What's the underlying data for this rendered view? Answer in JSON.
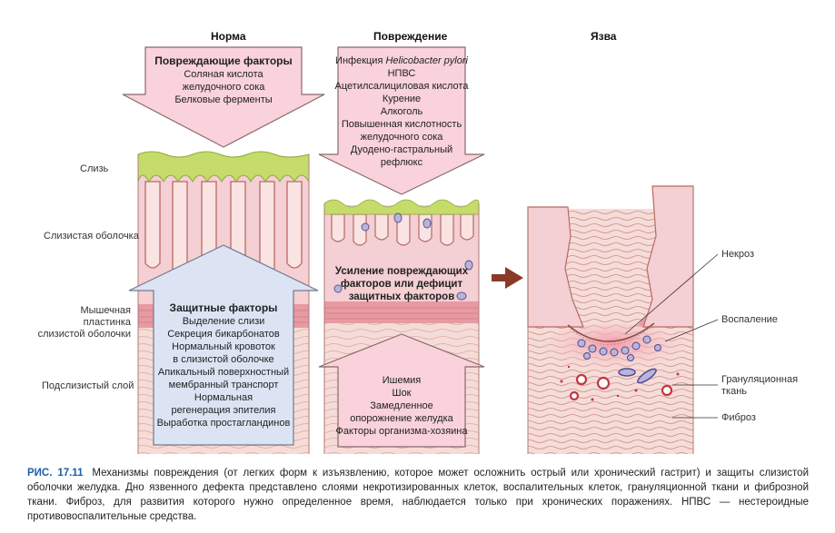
{
  "headings": {
    "norm": "Норма",
    "damage": "Повреждение",
    "ulcer": "Язва"
  },
  "layers": {
    "mucus": "Слизь",
    "mucosa": "Слизистая оболочка",
    "muscularis_line1": "Мышечная пластинка",
    "muscularis_line2": "слизистой оболочки",
    "submucosa": "Подслизистый слой"
  },
  "damaging_factors": {
    "title": "Повреждающие факторы",
    "items": [
      "Соляная кислота",
      "желудочного сока",
      "Белковые ферменты"
    ]
  },
  "protective_factors": {
    "title": "Защитные факторы",
    "items": [
      "Выделение слизи",
      "Секреция бикарбонатов",
      "Нормальный кровоток",
      "в слизистой оболочке",
      "Апикальный поверхностный",
      "мембранный транспорт",
      "Нормальная",
      "регенерация эпителия",
      "Выработка простагландинов"
    ]
  },
  "injury_causes": {
    "h_pylori_prefix": "Инфекция ",
    "h_pylori_name": "Helicobacter pylori",
    "items": [
      "НПВС",
      "Ацетилсалициловая кислота",
      "Курение",
      "Алкоголь",
      "Повышенная кислотность",
      "желудочного сока",
      "Дуодено-гастральный рефлюкс"
    ]
  },
  "imbalance": {
    "lines": [
      "Усиление повреждающих",
      "факторов или дефицит",
      "защитных факторов"
    ]
  },
  "host_factors": {
    "items": [
      "Ишемия",
      "Шок",
      "Замедленное",
      "опорожнение желудка",
      "Факторы организма-хозяина"
    ]
  },
  "ulcer_labels": {
    "necrosis": "Некроз",
    "inflammation": "Воспаление",
    "granulation_line1": "Грануляционная",
    "granulation_line2": "ткань",
    "fibrosis": "Фиброз"
  },
  "caption": {
    "figure_number": "РИС. 17.11",
    "text": "Механизмы повреждения (от легких форм к изъязвлению, которое может осложнить острый или хронический гастрит) и защиты слизистой оболочки желудка. Дно язвенного дефекта представлено слоями некротизированных клеток, воспалительных клеток, грануляционной ткани и фиброзной ткани. Фиброз, для развития которого нужно определенное время, наблюдается только при хронических поражениях. НПВС — нестероидные противовоспалительные средства."
  },
  "colors": {
    "mucus": "#c6dc6a",
    "mucosa": "#f4cfd3",
    "muscle": "#e79aa2",
    "submucosa": "#f6dcd8",
    "damage_box": "#f9d2dc",
    "protect_box": "#dce4f4",
    "arrow": "#8b3a2a"
  }
}
